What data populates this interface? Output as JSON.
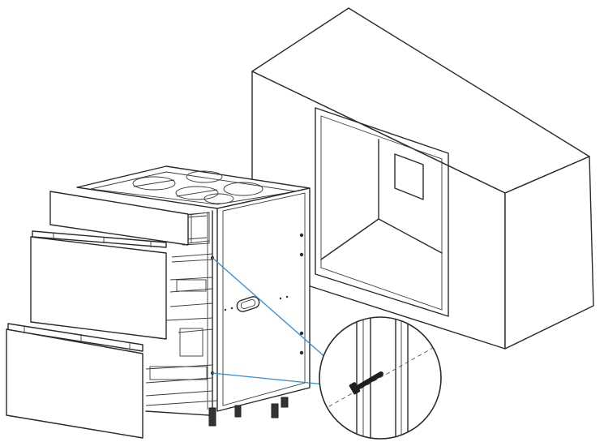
{
  "diagram": {
    "type": "installation-illustration",
    "components": [
      "cabinet-enclosure",
      "drawer-unit",
      "mounting-screw",
      "screw-detail-callout"
    ],
    "icons": [
      "screw-icon"
    ],
    "colors": {
      "line": "#2a2a2a",
      "leader": "#2b8fd6",
      "screw": "#222222",
      "background": "#ffffff"
    }
  }
}
